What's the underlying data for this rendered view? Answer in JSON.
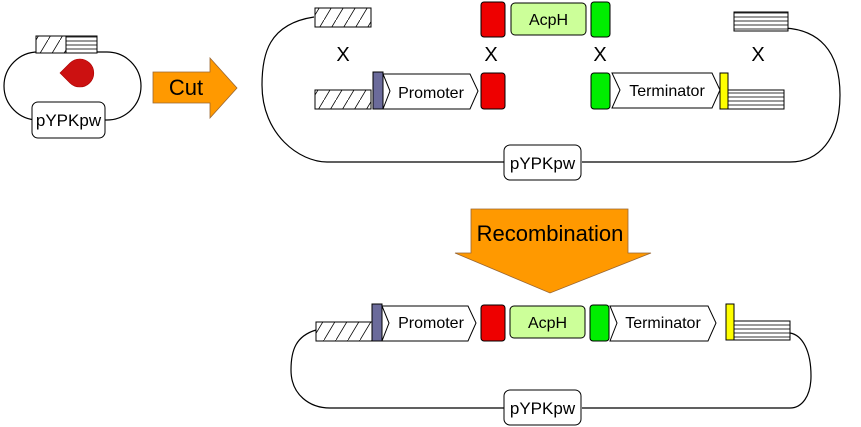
{
  "labels": {
    "plasmid": "pYPKpw",
    "cut": "Cut",
    "recombination": "Recombination",
    "promoter": "Promoter",
    "terminator": "Terminator",
    "gene": "AcpH",
    "crossover": "X"
  },
  "colors": {
    "red_linker": "#ee0000",
    "green_linker": "#00ee00",
    "gene_fill": "#ccff99",
    "arrow_orange": "#ff9900",
    "promoter_bar": "#6b6b9b",
    "terminator_bar": "#ffff00",
    "restriction_enzyme": "#cc1111"
  }
}
